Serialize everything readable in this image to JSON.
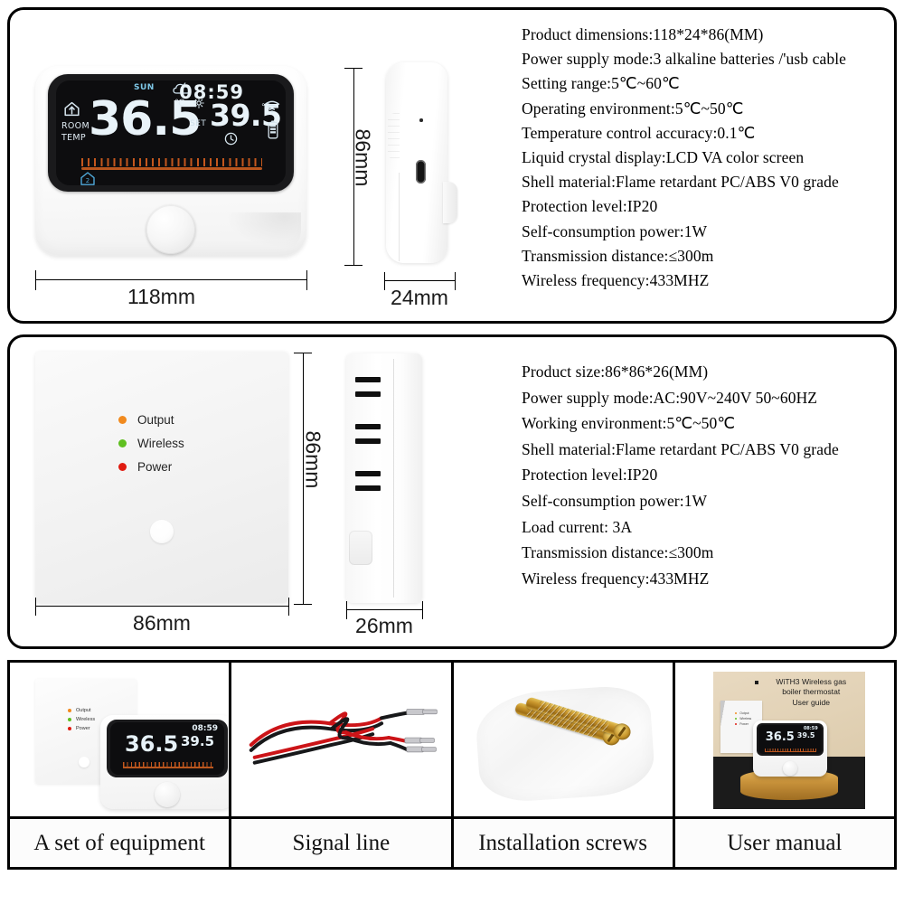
{
  "thermostat_panel": {
    "specs": [
      "Product dimensions:118*24*86(MM)",
      "Power supply mode:3 alkaline batteries /'usb cable",
      "Setting range:5℃~60℃",
      "Operating environment:5℃~50℃",
      "Temperature control accuracy:0.1℃",
      "Liquid crystal display:LCD VA color screen",
      "Shell material:Flame retardant PC/ABS V0 grade",
      "Protection level:IP20",
      "Self-consumption power:1W",
      "Transmission distance:≤300m",
      "Wireless frequency:433MHZ"
    ],
    "dimensions": {
      "width_label": "118mm",
      "height_label": "86mm",
      "depth_label": "24mm"
    },
    "lcd": {
      "weekday": "SUN",
      "time": "08:59",
      "room_temp": "36.5",
      "room_temp_unit": "℃",
      "set_label": "SET",
      "set_temp": "39.5",
      "set_temp_unit": "℃",
      "room_label_line1": "ROOM",
      "room_label_line2": "TEMP",
      "zone_number": "2",
      "icons": [
        "weather-cloud-icon",
        "wifi-icon",
        "battery-icon",
        "clock-icon",
        "sun-gear-icon",
        "house-arrow-icon",
        "house-zone-icon"
      ]
    }
  },
  "receiver_panel": {
    "specs": [
      "Product size:86*86*26(MM)",
      "Power supply mode:AC:90V~240V    50~60HZ",
      "Working environment:5℃~50℃",
      "Shell material:Flame retardant PC/ABS V0 grade",
      "Protection level:IP20",
      "Self-consumption power:1W",
      "Load current: 3A",
      "Transmission distance:≤300m",
      "Wireless frequency:433MHZ"
    ],
    "dimensions": {
      "width_label": "86mm",
      "height_label": "86mm",
      "depth_label": "26mm"
    },
    "leds": [
      {
        "label": "Output",
        "color": "#f18a1e"
      },
      {
        "label": "Wireless",
        "color": "#5fbf20"
      },
      {
        "label": "Power",
        "color": "#e01b10"
      }
    ]
  },
  "accessories": [
    {
      "caption": "A set of equipment"
    },
    {
      "caption": "Signal line"
    },
    {
      "caption": "Installation screws"
    },
    {
      "caption": "User manual"
    }
  ],
  "manual_cover": {
    "title_line1": "WiTH3 Wireless gas",
    "title_line2": "boiler thermostat",
    "title_line3": "User guide"
  },
  "mini_lcd": {
    "room_temp": "36.5",
    "set_temp": "39.5",
    "time": "08:59"
  }
}
